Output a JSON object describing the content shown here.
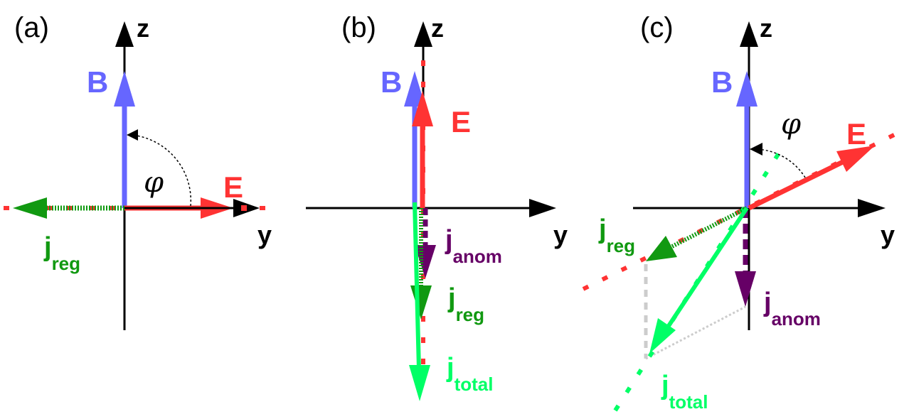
{
  "colors": {
    "B": "#6666ff",
    "E": "#ff3333",
    "j_reg": "#119911",
    "j_anom": "#660066",
    "j_total": "#00ff66",
    "axis": "#000000",
    "projection": "#cccccc"
  },
  "panels": [
    {
      "label": "(a)",
      "axes": {
        "z": "z",
        "y": "y"
      },
      "vectors": {
        "B": "B",
        "E": "E",
        "j_reg": {
          "main": "j",
          "sub": "reg"
        }
      },
      "angle": "φ"
    },
    {
      "label": "(b)",
      "axes": {
        "z": "z",
        "y": "y"
      },
      "vectors": {
        "B": "B",
        "E": "E",
        "j_anom": {
          "main": "j",
          "sub": "anom"
        },
        "j_reg": {
          "main": "j",
          "sub": "reg"
        },
        "j_total": {
          "main": "j",
          "sub": "total"
        }
      }
    },
    {
      "label": "(c)",
      "axes": {
        "z": "z",
        "y": "y"
      },
      "vectors": {
        "B": "B",
        "E": "E",
        "j_reg": {
          "main": "j",
          "sub": "reg"
        },
        "j_anom": {
          "main": "j",
          "sub": "anom"
        },
        "j_total": {
          "main": "j",
          "sub": "total"
        }
      },
      "angle": "φ"
    }
  ]
}
